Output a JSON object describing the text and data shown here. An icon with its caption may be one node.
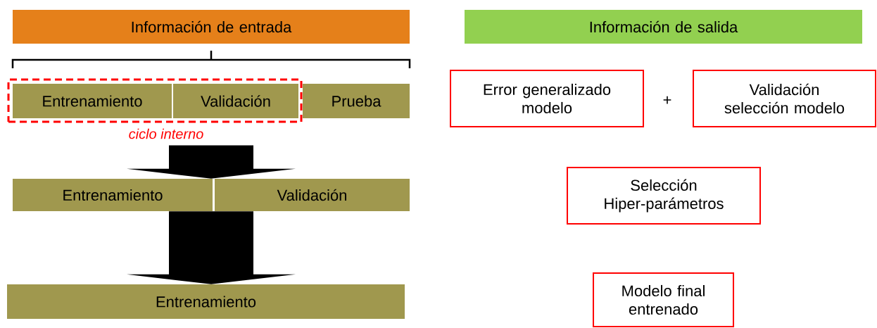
{
  "diagram": {
    "nodes": [
      {
        "text": [
          "Información de entrada"
        ]
      },
      {
        "text": [
          "Información de salida"
        ]
      },
      {
        "text": [],
        "shape": "box",
        "beside": [
          "ciclo interno"
        ]
      },
      {
        "text": [
          "Entrenamiento"
        ],
        "in": 2
      },
      {
        "text": [
          "Validación"
        ],
        "in": 2
      },
      {
        "text": [
          "Prueba"
        ]
      },
      {
        "text": [
          "Entrenamiento"
        ]
      },
      {
        "text": [
          "Validación"
        ]
      },
      {
        "text": [
          "Entrenamiento"
        ]
      },
      {
        "text": [
          "Error generalizado modelo"
        ]
      },
      {
        "text": [
          "Validación selección modelo"
        ]
      },
      {
        "text": [
          "Selección Hiper-parámetros"
        ]
      },
      {
        "text": [
          "Modelo final entrenado"
        ]
      }
    ],
    "edges": [
      {
        "from": 2,
        "to": 6,
        "arrow": "to",
        "style": "thick"
      },
      {
        "from": 6,
        "to": 8,
        "arrow": "to",
        "style": "thick"
      }
    ],
    "labels": [
      "+"
    ]
  }
}
